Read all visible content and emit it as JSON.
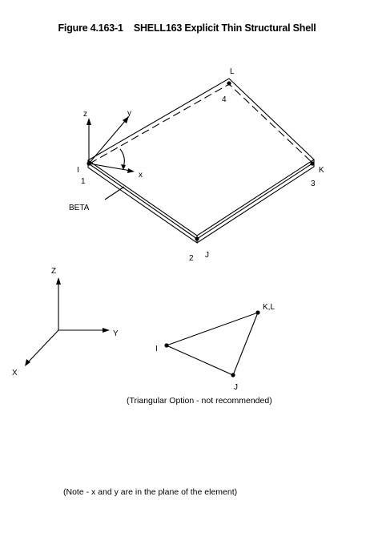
{
  "figure": {
    "title": "Figure 4.163-1    SHELL163 Explicit Thin Structural Shell"
  },
  "element": {
    "node_labels": {
      "I": "I",
      "J": "J",
      "K": "K",
      "L": "L"
    },
    "node_numbers": {
      "n1": "1",
      "n2": "2",
      "n3": "3",
      "n4": "4"
    },
    "local_axes": {
      "x": "x",
      "y": "y",
      "z": "z"
    },
    "beta_label": "BETA"
  },
  "global_axes": {
    "X": "X",
    "Y": "Y",
    "Z": "Z"
  },
  "triangle": {
    "node_labels": {
      "I": "I",
      "J": "J",
      "KL": "K,L"
    },
    "caption": "(Triangular Option - not recommended)"
  },
  "note": "(Note - x and y are in the plane of the element)"
}
